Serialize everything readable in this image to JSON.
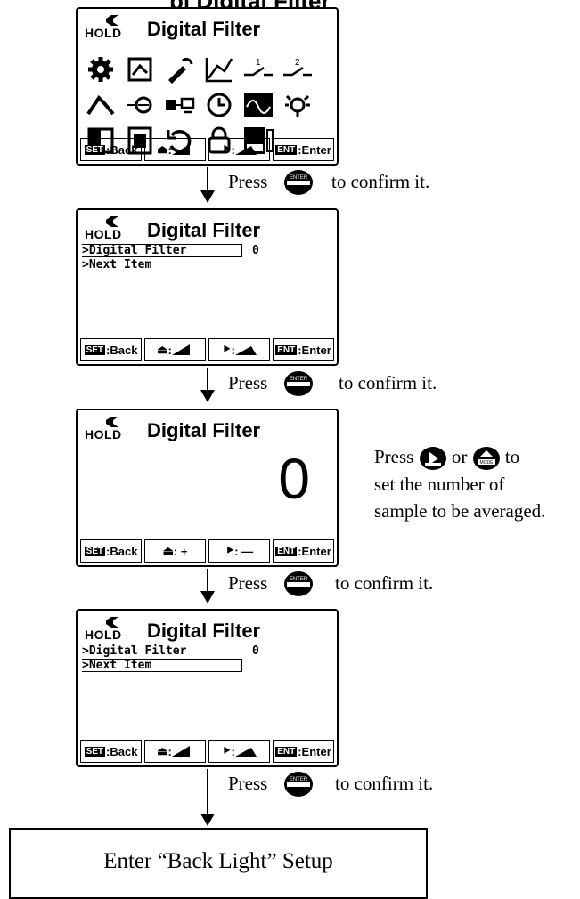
{
  "header_clip": "pl                Digital Filter",
  "hold_label": "HOLD",
  "screens": [
    {
      "title": "Digital Filter",
      "type": "icons"
    },
    {
      "title": "Digital Filter",
      "type": "menu",
      "line1": ">Digital Filter",
      "value": "0",
      "line2": ">Next Item",
      "highlight": 1
    },
    {
      "title": "Digital Filter",
      "type": "value",
      "value": "0"
    },
    {
      "title": "Digital Filter",
      "type": "menu",
      "line1": ">Digital Filter",
      "value": "0",
      "line2": ">Next Item",
      "highlight": 2
    }
  ],
  "softkeys_nav": {
    "back_key": "SET",
    "back": ":Back",
    "up": ":",
    "down": ":",
    "enter_key": "ENT",
    "enter": ":Enter"
  },
  "softkeys_adj": {
    "back_key": "SET",
    "back": ":Back",
    "plus": ": +",
    "minus": ": —",
    "enter_key": "ENT",
    "enter": ":Enter"
  },
  "steps": [
    {
      "press": "Press",
      "confirm": "to confirm it."
    },
    {
      "press": "Press",
      "confirm": "to confirm it."
    },
    {
      "press": "Press",
      "confirm": "to confirm it."
    },
    {
      "press": "Press",
      "confirm": "to confirm it."
    }
  ],
  "side_note": {
    "press": "Press",
    "or": "or",
    "to": "to",
    "line2": "set the number of",
    "line3": "sample to be averaged."
  },
  "enter_button_text": "ENTER",
  "mode_button_text": "MODE",
  "final_box": "Enter “Back Light” Setup"
}
